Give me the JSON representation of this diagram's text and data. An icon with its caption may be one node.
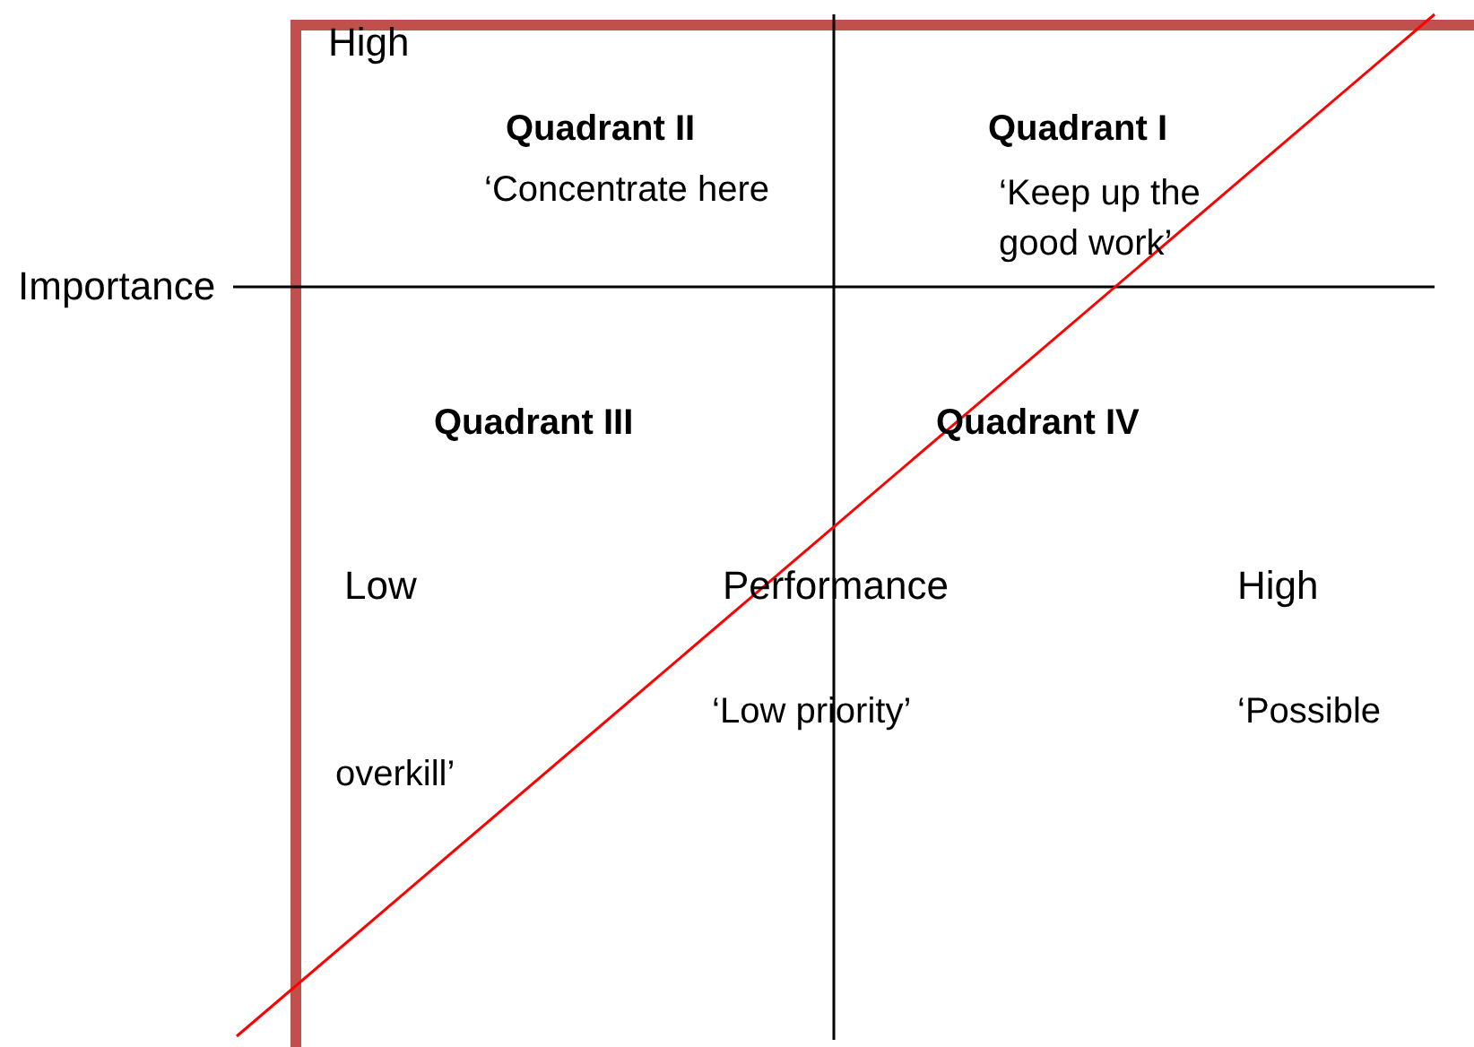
{
  "diagram": {
    "labels": [
      "High",
      "Quadrant II",
      "‘Concentrate here",
      "Quadrant I",
      "‘Keep up the good work’",
      "Importance",
      "Quadrant III",
      "Quadrant IV",
      "Low",
      "Performance",
      "High",
      "‘Low priority’",
      "‘Possible",
      "overkill’"
    ]
  }
}
